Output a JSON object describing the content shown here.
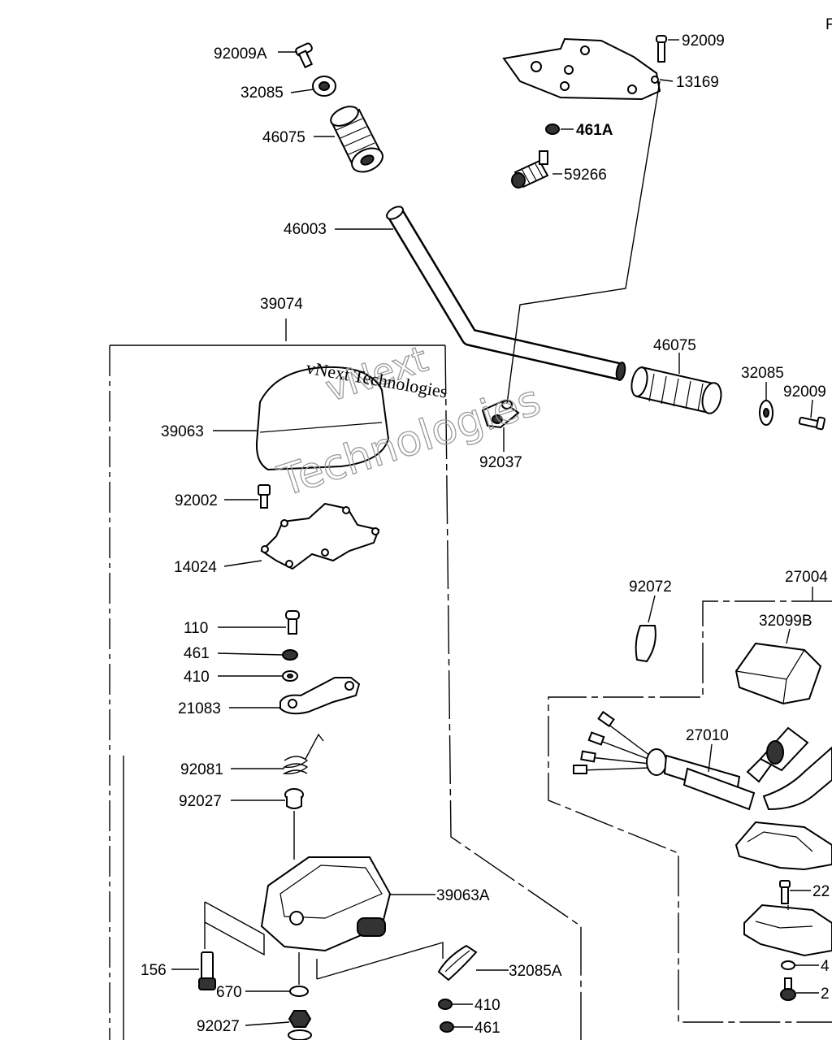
{
  "watermark": {
    "brand": "vNext",
    "line2": "Technologies",
    "small": "vNext Technologies"
  },
  "labels": {
    "p92009A": "92009A",
    "p32085_a": "32085",
    "p46075_a": "46075",
    "p92009_a": "92009",
    "p13169": "13169",
    "p461A": "461A",
    "p59266": "59266",
    "p46003": "46003",
    "p39074": "39074",
    "p46075_b": "46075",
    "p32085_b": "32085",
    "p92009_b": "92009",
    "p39063": "39063",
    "p92037": "92037",
    "p92002": "92002",
    "p14024": "14024",
    "p110": "110",
    "p461_a": "461",
    "p410_a": "410",
    "p21083": "21083",
    "p92081": "92081",
    "p92027_a": "92027",
    "p39063A": "39063A",
    "p156": "156",
    "p670": "670",
    "p32085A": "32085A",
    "p410_b": "410",
    "p461_b": "461",
    "p92027_b": "92027",
    "p92072": "92072",
    "p27004": "27004",
    "p32099B": "32099B",
    "p27010": "27010",
    "p22_partial": "22",
    "p4_partial": "4",
    "p2_partial": "2",
    "corner_f": "F"
  }
}
